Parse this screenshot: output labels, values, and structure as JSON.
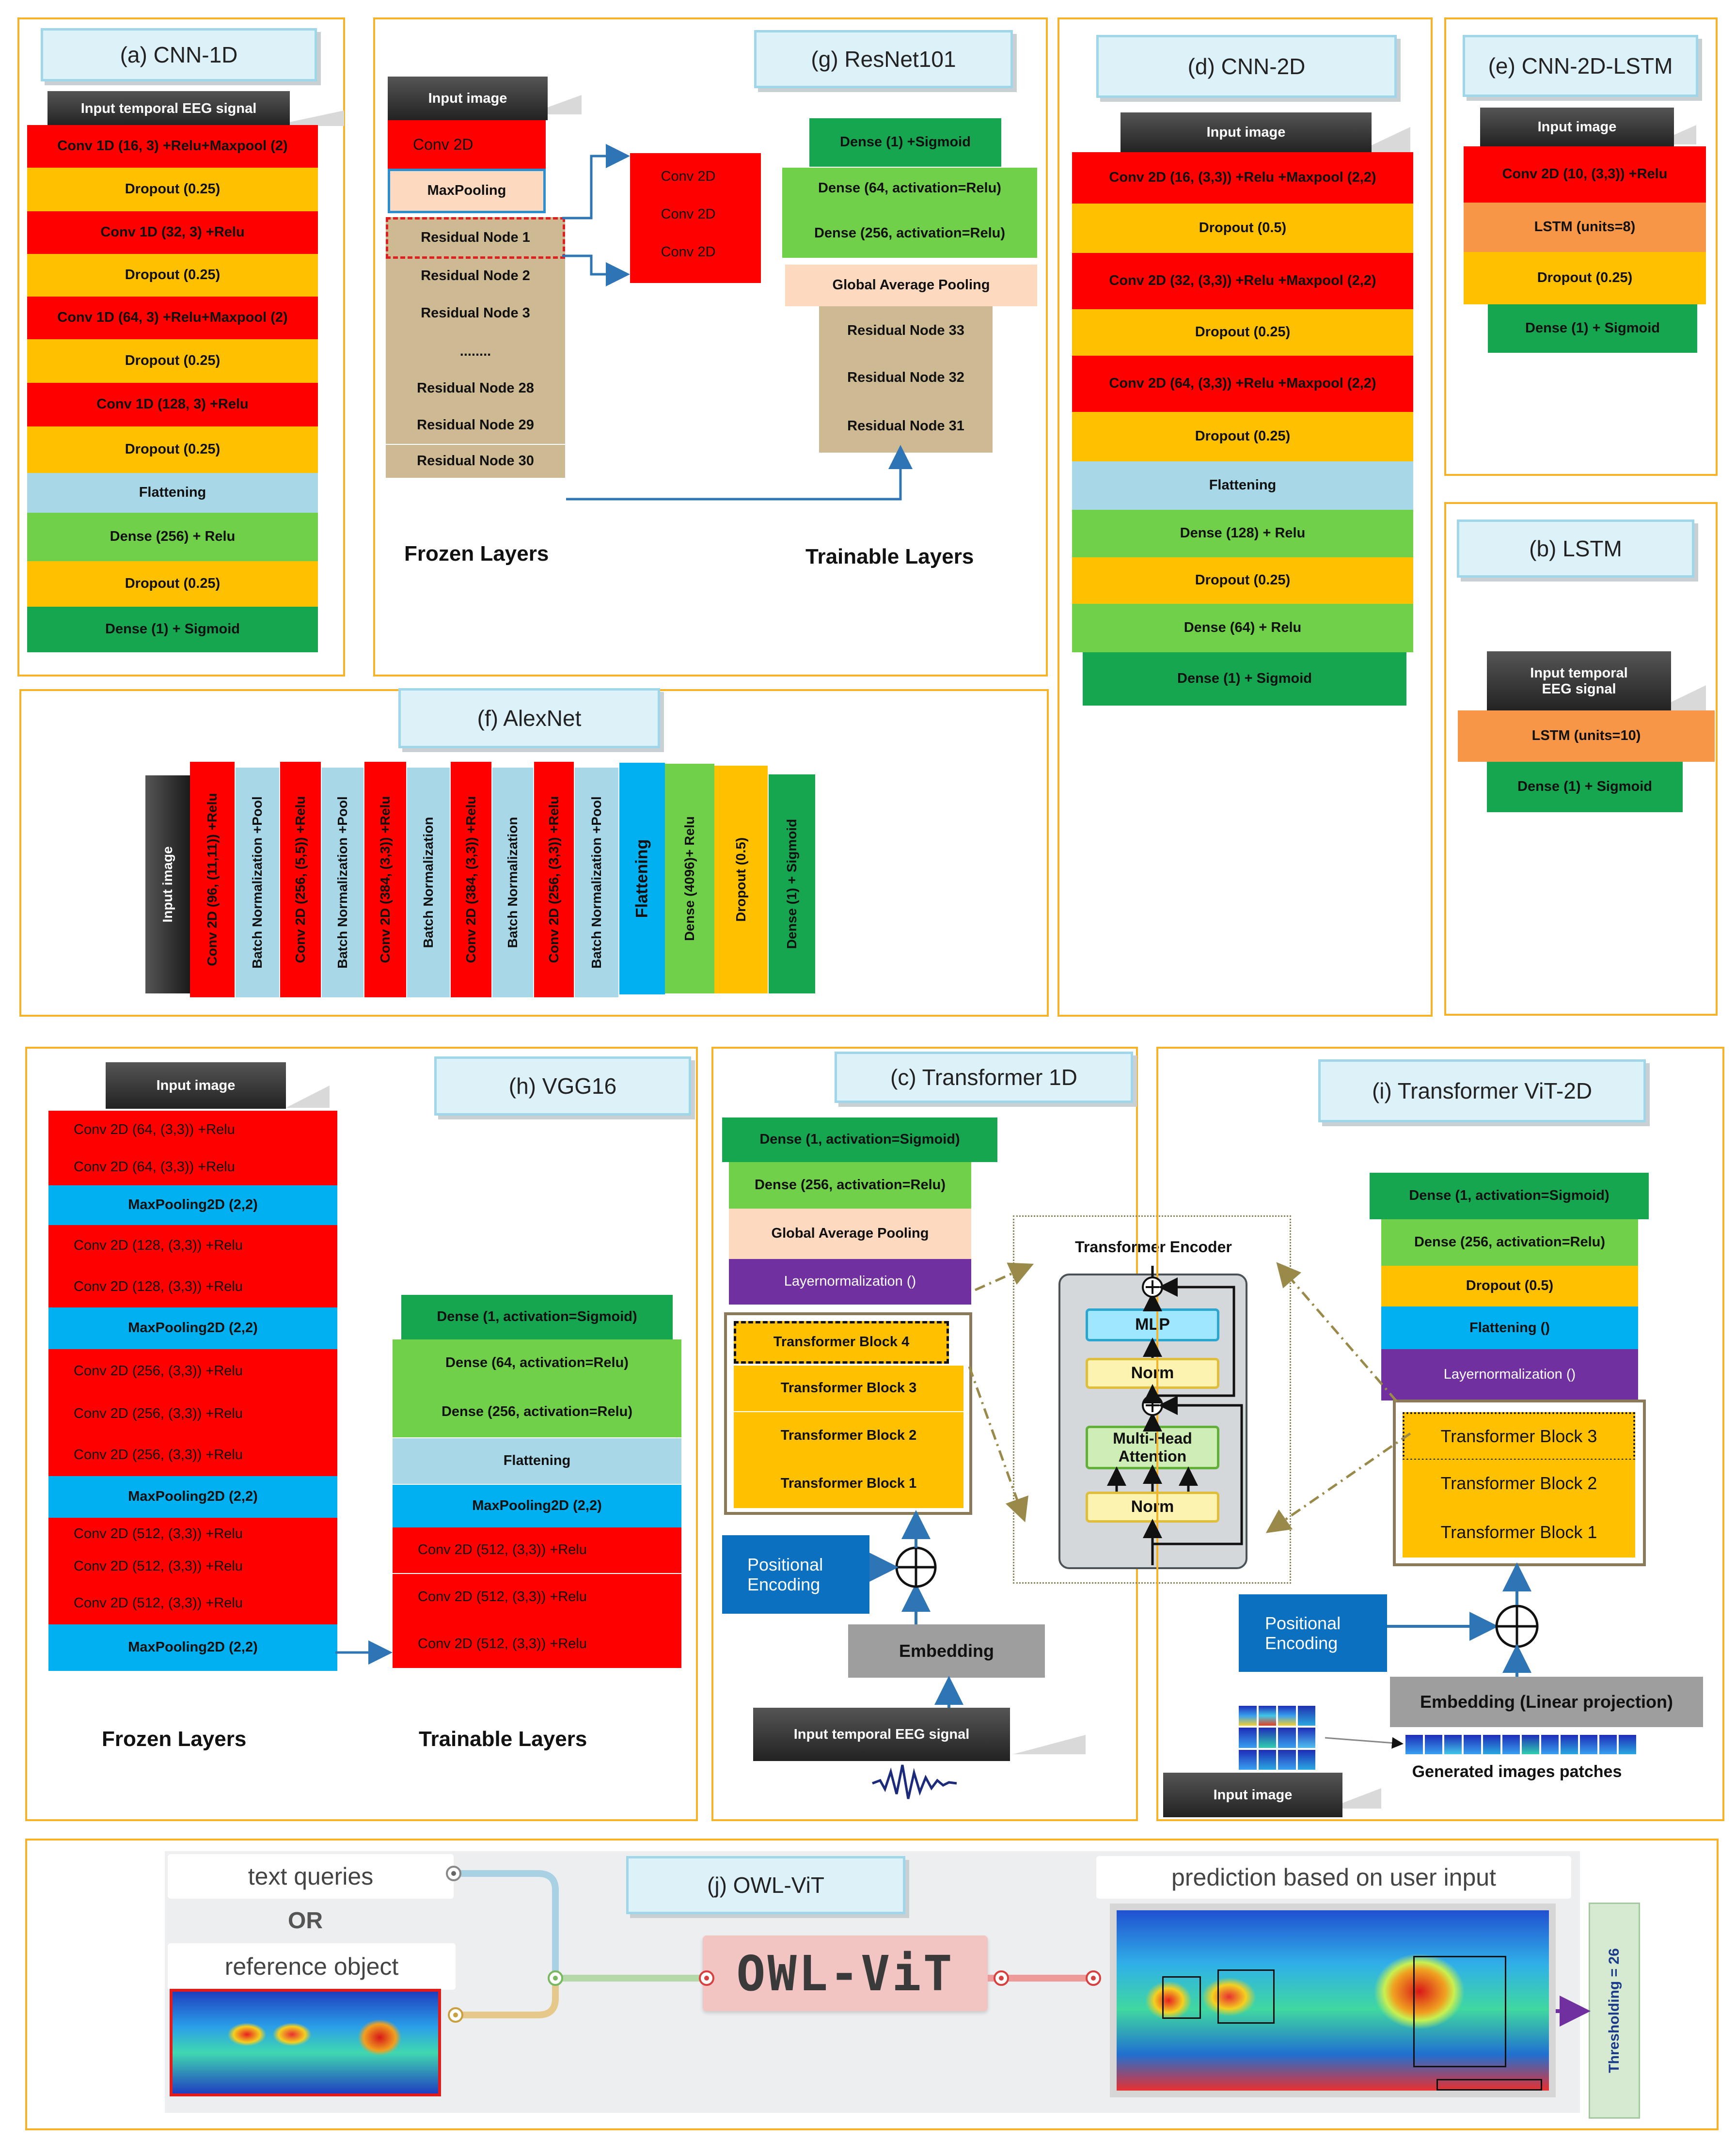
{
  "panels": {
    "a": {
      "title": "(a) CNN-1D",
      "input": "Input temporal EEG signal",
      "layers": [
        "Conv 1D (16, 3) +Relu+Maxpool (2)",
        "Dropout (0.25)",
        "Conv 1D (32, 3) +Relu",
        "Dropout (0.25)",
        "Conv 1D (64, 3) +Relu+Maxpool (2)",
        "Dropout (0.25)",
        "Conv 1D (128, 3) +Relu",
        "Dropout (0.25)",
        "Flattening",
        "Dense (256) + Relu",
        "Dropout (0.25)",
        "Dense (1) + Sigmoid"
      ]
    },
    "g": {
      "title": "(g) ResNet101",
      "input": "Input image",
      "frozen": [
        "Conv 2D",
        "MaxPooling",
        "Residual Node 1",
        "Residual Node 2",
        "Residual Node 3",
        "........",
        "Residual Node 28",
        "Residual Node 29",
        "Residual Node 30"
      ],
      "conv_detail": [
        "Conv 2D",
        "Conv 2D",
        "Conv 2D"
      ],
      "trainable": [
        "Dense (1) +Sigmoid",
        "Dense (64, activation=Relu)",
        "Dense (256, activation=Relu)",
        "Global Average Pooling",
        "Residual Node 33",
        "Residual Node 32",
        "Residual Node 31"
      ],
      "frozen_label": "Frozen Layers",
      "trainable_label": "Trainable Layers"
    },
    "d": {
      "title": "(d) CNN-2D",
      "input": "Input image",
      "layers": [
        "Conv 2D (16, (3,3)) +Relu +Maxpool (2,2)",
        "Dropout (0.5)",
        "Conv 2D (32, (3,3)) +Relu +Maxpool (2,2)",
        "Dropout (0.25)",
        "Conv 2D (64, (3,3)) +Relu +Maxpool (2,2)",
        "Dropout (0.25)",
        "Flattening",
        "Dense (128) + Relu",
        "Dropout (0.25)",
        "Dense (64) + Relu",
        "Dense (1) + Sigmoid"
      ]
    },
    "e": {
      "title": "(e) CNN-2D-LSTM",
      "input": "Input image",
      "layers": [
        "Conv 2D (10, (3,3)) +Relu",
        "LSTM (units=8)",
        "Dropout (0.25)",
        "Dense (1) + Sigmoid"
      ]
    },
    "b": {
      "title": "(b) LSTM",
      "input_line1": "Input temporal",
      "input_line2": "EEG signal",
      "layers": [
        "LSTM (units=10)",
        "Dense (1) + Sigmoid"
      ]
    },
    "f": {
      "title": "(f) AlexNet",
      "layers": [
        "Input image",
        "Conv 2D (96, (11,11)) +Relu",
        "Batch Normalization +Pool",
        "Conv 2D (256, (5,5)) +Relu",
        "Batch Normalization +Pool",
        "Conv 2D (384, (3,3)) +Relu",
        "Batch Normalization",
        "Conv 2D (384, (3,3)) +Relu",
        "Batch Normalization",
        "Conv 2D (256, (3,3)) +Relu",
        "Batch Normalization +Pool",
        "Flattening",
        "Dense (4096)+ Relu",
        "Dropout (0.5)",
        "Dense (1) + Sigmoid"
      ]
    },
    "h": {
      "title": "(h) VGG16",
      "input": "Input image",
      "frozen": [
        "Conv 2D (64, (3,3)) +Relu",
        "Conv 2D (64, (3,3)) +Relu",
        "MaxPooling2D (2,2)",
        "Conv 2D (128, (3,3)) +Relu",
        "Conv 2D (128, (3,3)) +Relu",
        "MaxPooling2D (2,2)",
        "Conv 2D (256, (3,3)) +Relu",
        "Conv 2D (256, (3,3)) +Relu",
        "Conv 2D (256, (3,3)) +Relu",
        "MaxPooling2D (2,2)",
        "Conv 2D (512, (3,3)) +Relu",
        "Conv 2D (512, (3,3)) +Relu",
        "Conv 2D (512, (3,3)) +Relu",
        "MaxPooling2D (2,2)"
      ],
      "trainable": [
        "Dense (1, activation=Sigmoid)",
        "Dense (64, activation=Relu)",
        "Dense (256, activation=Relu)",
        "Flattening",
        "MaxPooling2D (2,2)",
        "Conv 2D (512, (3,3)) +Relu",
        "Conv 2D (512, (3,3)) +Relu",
        "Conv 2D (512, (3,3)) +Relu"
      ],
      "frozen_label": "Frozen Layers",
      "trainable_label": "Trainable Layers"
    },
    "c": {
      "title": "(c) Transformer 1D",
      "layers": [
        "Dense (1, activation=Sigmoid)",
        "Dense (256, activation=Relu)",
        "Global Average Pooling",
        "Layernormalization ()"
      ],
      "blocks": [
        "Transformer Block 4",
        "Transformer Block 3",
        "Transformer Block 2",
        "Transformer Block 1"
      ],
      "pos_line1": "Positional",
      "pos_line2": "Encoding",
      "embedding": "Embedding",
      "input": "Input temporal EEG signal"
    },
    "encoder": {
      "title": "Transformer Encoder",
      "mlp": "MLP",
      "norm1": "Norm",
      "mha_line1": "Multi-Head",
      "mha_line2": "Attention",
      "norm2": "Norm"
    },
    "i": {
      "title": "(i) Transformer ViT-2D",
      "layers": [
        "Dense (1, activation=Sigmoid)",
        "Dense (256, activation=Relu)",
        "Dropout (0.5)",
        "Flattening ()",
        "Layernormalization ()"
      ],
      "blocks": [
        "Transformer Block 3",
        "Transformer Block 2",
        "Transformer Block 1"
      ],
      "pos_line1": "Positional",
      "pos_line2": "Encoding",
      "embedding": "Embedding (Linear projection)",
      "input": "Input image",
      "patches": "Generated images patches"
    },
    "j": {
      "title": "(j) OWL-ViT",
      "text_queries": "text  queries",
      "or": "OR",
      "reference": "reference object",
      "logo": "OWL-ViT",
      "prediction": "prediction based on user input",
      "threshold": "Thresholding = 26"
    }
  },
  "colors": {
    "panel_border": "#f5b32a",
    "red": "#fe0000",
    "yellow": "#ffc000",
    "green": "#70d04a",
    "dark_green": "#16a650",
    "light_blue": "#a8d8e8",
    "arrow": "#2e75b6"
  }
}
